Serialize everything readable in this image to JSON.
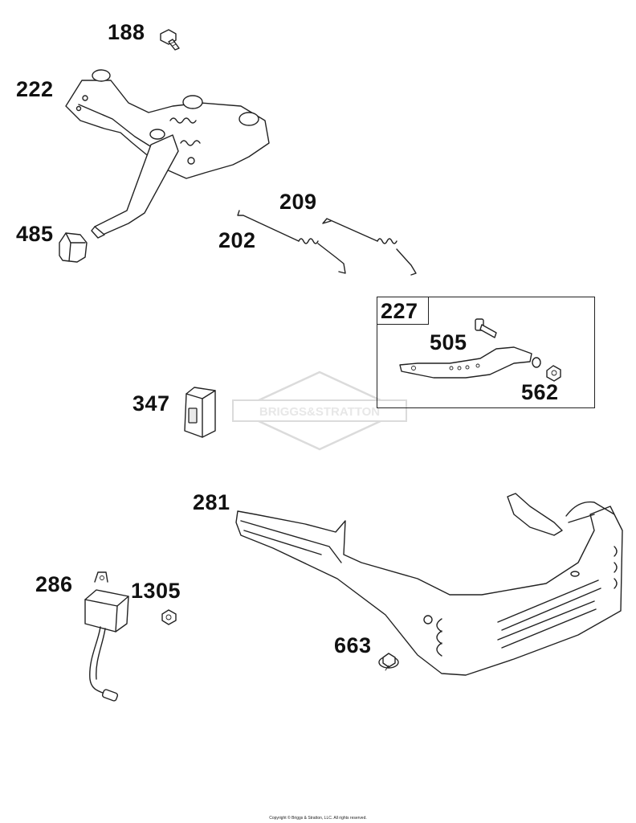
{
  "parts": [
    {
      "id": "188",
      "label": "188"
    },
    {
      "id": "222",
      "label": "222"
    },
    {
      "id": "485",
      "label": "485"
    },
    {
      "id": "209",
      "label": "209"
    },
    {
      "id": "202",
      "label": "202"
    },
    {
      "id": "227",
      "label": "227"
    },
    {
      "id": "505",
      "label": "505"
    },
    {
      "id": "562",
      "label": "562"
    },
    {
      "id": "347",
      "label": "347"
    },
    {
      "id": "281",
      "label": "281"
    },
    {
      "id": "286",
      "label": "286"
    },
    {
      "id": "1305",
      "label": "1305"
    },
    {
      "id": "663",
      "label": "663"
    }
  ],
  "watermark": "BRIGGS&STRATTON",
  "copyright": "Copyright © Briggs & Stratton, LLC. All rights reserved."
}
